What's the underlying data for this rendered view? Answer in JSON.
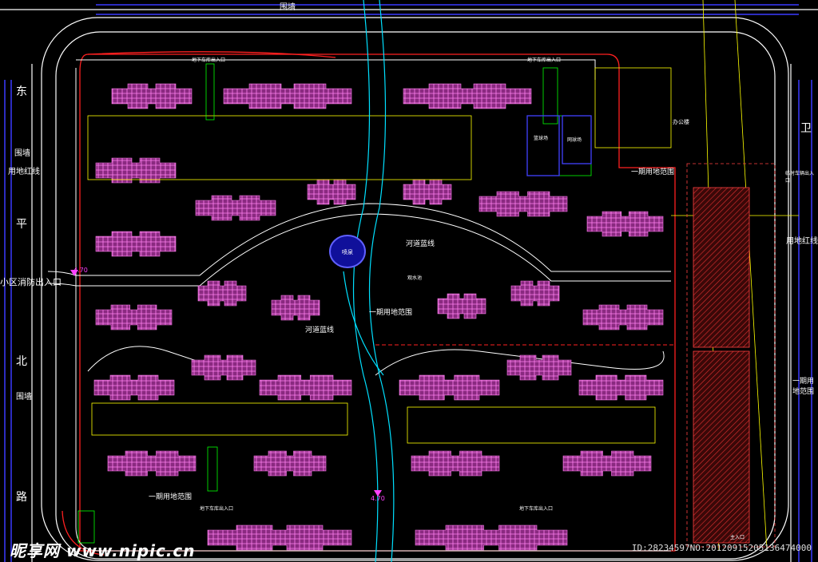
{
  "labels": {
    "east": "东",
    "ping": "平",
    "bei": "北",
    "lu": "路",
    "wei": "卫",
    "weiqiang_left": "围墙",
    "weiqiang_top": "围墙",
    "weiqiang_left2": "围墙",
    "redline_left": "用地红线",
    "redline_right": "用地红线",
    "fire_entrance": "小区消防出入口",
    "entrance_level_left": "4.70",
    "entrance_level_bottom": "4.70",
    "river_blue_top": "河道蓝线",
    "river_blue_mid": "河道蓝线",
    "phase1_mid": "一期用地范围",
    "phase1_bottom": "一期用地范围",
    "phase1_right": "一期用地范围",
    "phase1_top_right": "一期用地范围",
    "garage_top_left": "地下车库出入口",
    "garage_top_right": "地下车库出入口",
    "garage_bottom_left": "地下车库出入口",
    "garage_bottom_right": "地下车库出入口",
    "basketball": "篮球场",
    "tennis": "网球场",
    "office": "办公楼",
    "water": "观水池",
    "gate_right": "临时车辆出入口",
    "main_gate": "主入口"
  },
  "watermark": {
    "brand": "昵享网 www.nipic.cn",
    "id": "ID:28234597NO:20120915205136474000"
  },
  "colors": {
    "background": "#000000",
    "building": "#a0308f",
    "building_hatch": "#ff70e0",
    "road": "#ffffff",
    "red_road": "#ff2020",
    "green": "#00ff00",
    "yellow": "#ffff00",
    "cyan": "#00e0ff",
    "blue": "#3a3aff"
  }
}
